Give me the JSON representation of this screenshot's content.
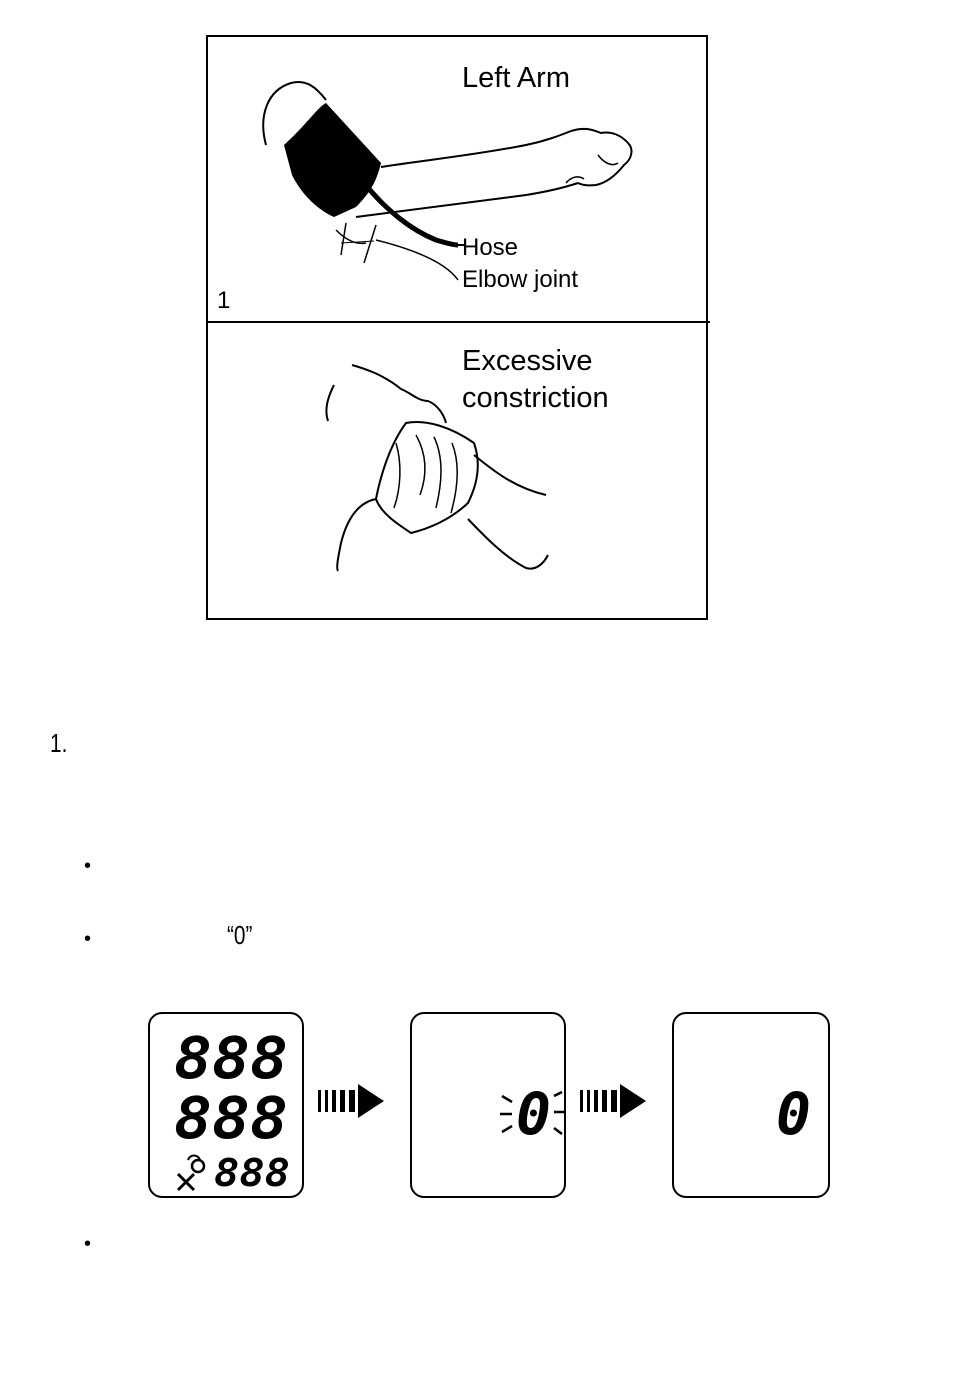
{
  "figure": {
    "panel1": {
      "title": "Left Arm",
      "hose_label": "Hose",
      "elbow_label": "Elbow joint",
      "number": "1"
    },
    "panel2": {
      "label_line1": "Excessive",
      "label_line2": "constriction"
    }
  },
  "steps": {
    "step1_number": "1."
  },
  "bullets": {
    "zero_quote": "“0”",
    "bullet_symbol": "•"
  },
  "lcd_sequence": {
    "screen1": {
      "row1": "888",
      "row2": "888",
      "row3": "888"
    },
    "screen2": {
      "value": "0",
      "state": "blinking"
    },
    "screen3": {
      "value": "0"
    }
  }
}
